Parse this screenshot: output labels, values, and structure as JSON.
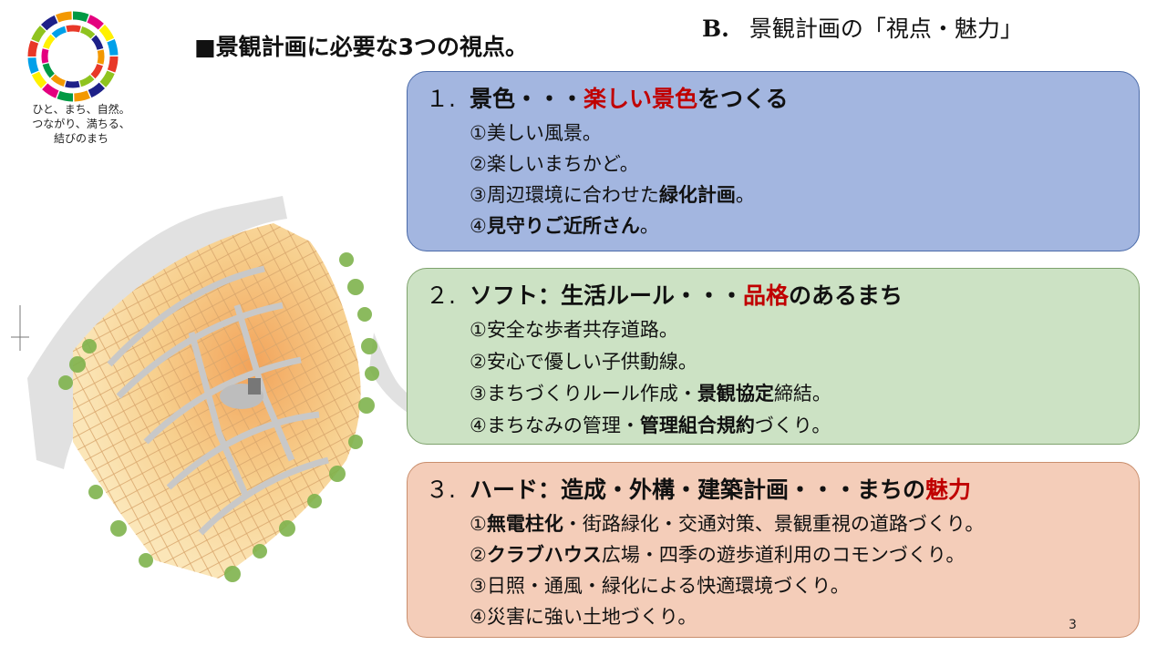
{
  "header": {
    "title": "■景観計画に必要な3つの視点。",
    "section_prefix": "B.",
    "section_title": "景観計画の「視点・魅力」"
  },
  "logo": {
    "tagline": [
      "ひと、まち、自然。",
      "つながり、満ちる、",
      "結びのまち"
    ],
    "colors": [
      "#e83828",
      "#f39800",
      "#fff100",
      "#8fc31f",
      "#009944",
      "#00a0e9",
      "#1d2088",
      "#e4007f"
    ]
  },
  "plan_label": "Site plan illustration",
  "boxes": [
    {
      "num": "１.",
      "heading_parts": [
        {
          "text": "景色・・・",
          "style": "normal"
        },
        {
          "text": "楽しい景色",
          "style": "red"
        },
        {
          "text": "をつくる",
          "style": "normal"
        }
      ],
      "items": [
        [
          {
            "text": "①美しい風景。",
            "bold": false
          }
        ],
        [
          {
            "text": "②楽しいまちかど。",
            "bold": false
          }
        ],
        [
          {
            "text": "③周辺環境に合わせた",
            "bold": false
          },
          {
            "text": "緑化計画",
            "bold": true
          },
          {
            "text": "。",
            "bold": false
          }
        ],
        [
          {
            "text": "④",
            "bold": false
          },
          {
            "text": "見守りご近所さん",
            "bold": true
          },
          {
            "text": "。",
            "bold": false
          }
        ]
      ]
    },
    {
      "num": "２.",
      "heading_parts": [
        {
          "text": "ソフト：生活ルール・・・",
          "style": "normal"
        },
        {
          "text": "品格",
          "style": "red"
        },
        {
          "text": "のあるまち",
          "style": "normal"
        }
      ],
      "items": [
        [
          {
            "text": "①安全な歩者共存道路。",
            "bold": false
          }
        ],
        [
          {
            "text": "②安心で優しい子供動線。",
            "bold": false
          }
        ],
        [
          {
            "text": "③まちづくりルール作成・",
            "bold": false
          },
          {
            "text": "景観協定",
            "bold": true
          },
          {
            "text": "締結。",
            "bold": false
          }
        ],
        [
          {
            "text": "④まちなみの管理・",
            "bold": false
          },
          {
            "text": "管理組合規約",
            "bold": true
          },
          {
            "text": "づくり。",
            "bold": false
          }
        ]
      ]
    },
    {
      "num": "３.",
      "heading_parts": [
        {
          "text": "ハード：造成・外構・建築計画・・・まちの",
          "style": "normal"
        },
        {
          "text": "魅力",
          "style": "red"
        }
      ],
      "items": [
        [
          {
            "text": "①",
            "bold": false
          },
          {
            "text": "無電柱化",
            "bold": true
          },
          {
            "text": "・街路緑化・交通対策、景観重視の道路づくり。",
            "bold": false
          }
        ],
        [
          {
            "text": "②",
            "bold": false
          },
          {
            "text": "クラブハウス",
            "bold": true
          },
          {
            "text": "広場・四季の遊歩道利用のコモンづくり。",
            "bold": false
          }
        ],
        [
          {
            "text": "③日照・通風・緑化による快適環境づくり。",
            "bold": false
          }
        ],
        [
          {
            "text": "④災害に強い土地づくり。",
            "bold": false
          }
        ]
      ]
    }
  ],
  "page_number": "3"
}
